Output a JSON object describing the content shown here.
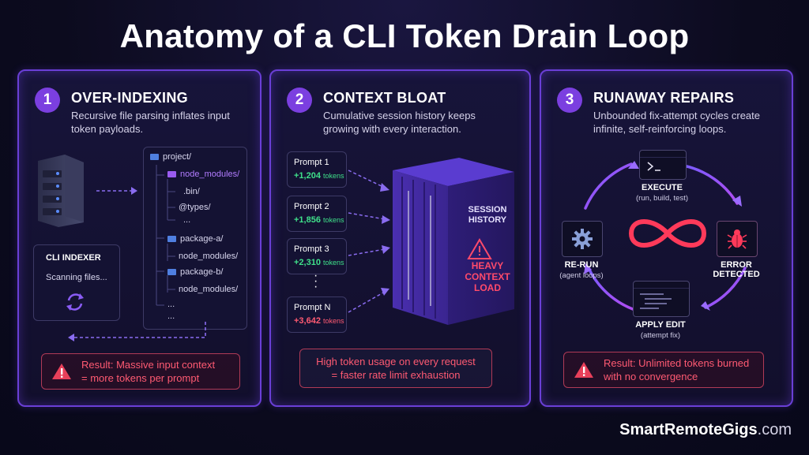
{
  "title": "Anatomy of a CLI Token Drain Loop",
  "brand": {
    "main": "SmartRemoteGigs",
    "suffix": ".com"
  },
  "panels": [
    {
      "number": "1",
      "title": "OVER-INDEXING",
      "description": "Recursive file parsing inflates input token payloads.",
      "tree": [
        "project/",
        "node_modules/",
        ".bin/",
        "@types/",
        "...",
        "package-a/",
        "node_modules/",
        "package-b/",
        "node_modules/",
        "...",
        "..."
      ],
      "indexer": {
        "title": "CLI INDEXER",
        "status": "Scanning files..."
      },
      "result": {
        "line1": "Result: Massive input context",
        "line2": "= more tokens per prompt"
      }
    },
    {
      "number": "2",
      "title": "CONTEXT BLOAT",
      "description": "Cumulative session history keeps growing with every interaction.",
      "prompts": [
        {
          "label": "Prompt 1",
          "tokens": "+1,204",
          "unit": "tokens"
        },
        {
          "label": "Prompt 2",
          "tokens": "+1,856",
          "unit": "tokens"
        },
        {
          "label": "Prompt 3",
          "tokens": "+2,310",
          "unit": "tokens"
        },
        {
          "label": "Prompt N",
          "tokens": "+3,642",
          "unit": "tokens"
        }
      ],
      "container": {
        "label1": "SESSION",
        "label2": "HISTORY",
        "heavy1": "HEAVY",
        "heavy2": "CONTEXT",
        "heavy3": "LOAD"
      },
      "result": {
        "line1": "High token usage on every request",
        "line2": "= faster rate limit exhaustion"
      }
    },
    {
      "number": "3",
      "title": "RUNAWAY REPAIRS",
      "description": "Unbounded fix-attempt cycles create infinite, self-reinforcing loops.",
      "cycle": {
        "execute": {
          "label": "EXECUTE",
          "sub": "(run, build, test)"
        },
        "error": {
          "label1": "ERROR",
          "label2": "DETECTED"
        },
        "apply": {
          "label": "APPLY EDIT",
          "sub": "(attempt fix)"
        },
        "rerun": {
          "label": "RE-RUN",
          "sub": "(agent loops)"
        }
      },
      "result": {
        "line1": "Result: Unlimited tokens burned",
        "line2": "with no convergence"
      }
    }
  ],
  "colors": {
    "accent": "#7b3fe0",
    "border": "#6a3fd6",
    "green": "#3fe08a",
    "red": "#ff5a72"
  }
}
